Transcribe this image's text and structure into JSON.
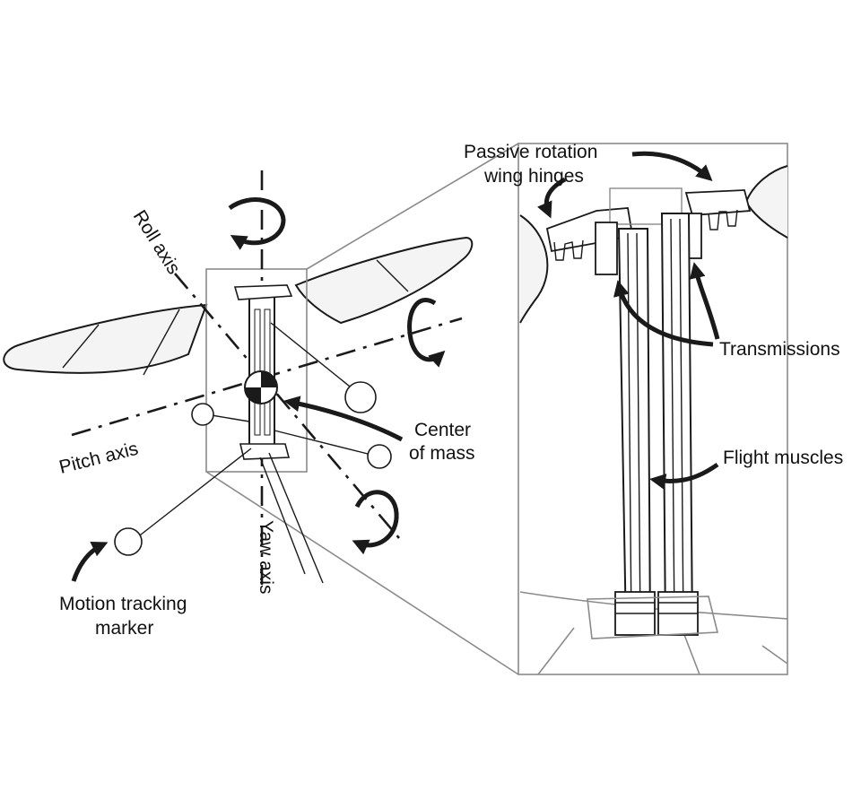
{
  "labels": {
    "roll_axis": "Roll axis",
    "pitch_axis": "Pitch axis",
    "yaw_axis": "Yaw axis",
    "center_of_mass_1": "Center",
    "center_of_mass_2": "of mass",
    "motion_marker_1": "Motion tracking",
    "motion_marker_2": "marker",
    "passive_rotation_1": "Passive rotation",
    "passive_rotation_2": "wing hinges",
    "transmissions": "Transmissions",
    "flight_muscles": "Flight muscles"
  },
  "colors": {
    "ink": "#1a1a1a",
    "wing_fill": "#f4f4f4",
    "structure_gray": "#8a8a8a"
  }
}
